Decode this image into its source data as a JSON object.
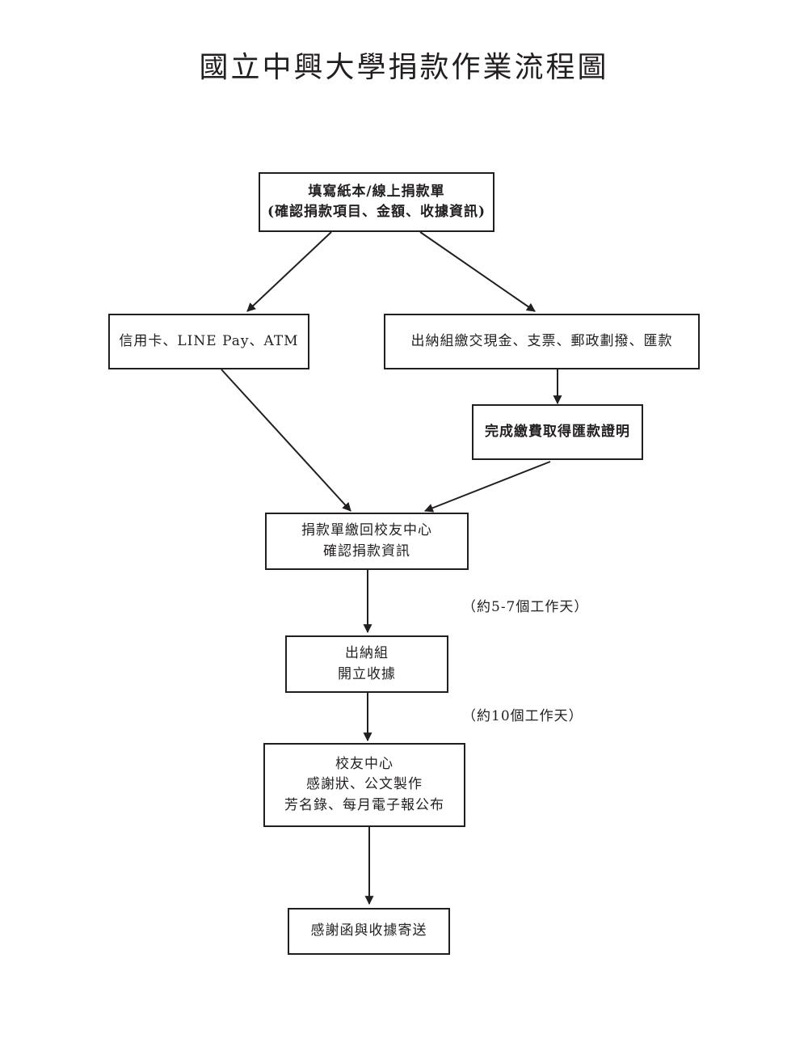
{
  "title": "國立中興大學捐款作業流程圖",
  "nodes": {
    "fill_form": {
      "lines": [
        "填寫紙本/線上捐款單",
        "(確認捐款項目、金額、收據資訊)"
      ]
    },
    "card_payment": {
      "lines": [
        "信用卡、LINE Pay、ATM"
      ]
    },
    "cashier_payment": {
      "lines": [
        "出納組繳交現金、支票、郵政劃撥、匯款"
      ]
    },
    "remit_proof": {
      "lines": [
        "完成繳費取得匯款證明"
      ]
    },
    "return_form": {
      "lines": [
        "捐款單繳回校友中心",
        "確認捐款資訊"
      ]
    },
    "issue_receipt": {
      "lines": [
        "出納組",
        "開立收據"
      ]
    },
    "alumni_center": {
      "lines": [
        "校友中心",
        "感謝狀、公文製作",
        "芳名錄、每月電子報公布"
      ]
    },
    "send_letter": {
      "lines": [
        "感謝函與收據寄送"
      ]
    }
  },
  "notes": {
    "days_1": "（約5-7個工作天）",
    "days_2": "（約10個工作天）"
  }
}
